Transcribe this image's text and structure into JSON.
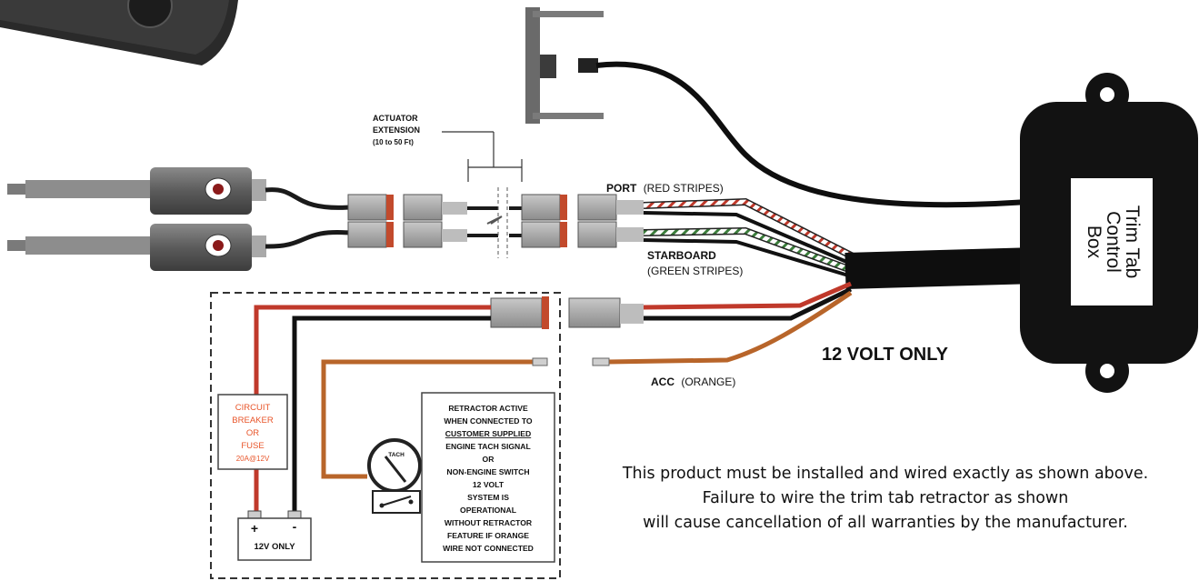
{
  "labels": {
    "actuator_extension": [
      "ACTUATOR",
      "EXTENSION",
      "(10 to 50 Ft)"
    ],
    "port_name": "PORT",
    "port_color": "(RED STRIPES)",
    "starboard_name": "STARBOARD",
    "starboard_color": "(GREEN STRIPES)",
    "voltage": "12 VOLT ONLY",
    "acc_name": "ACC",
    "acc_color": "(ORANGE)",
    "control_box": [
      "Trim Tab",
      "Control",
      "Box"
    ],
    "breaker": [
      "CIRCUIT",
      "BREAKER",
      "OR",
      "FUSE",
      "20A@12V"
    ],
    "battery_plus": "+",
    "battery_minus": "-",
    "battery": "12V ONLY",
    "tach": "TACH",
    "retractor_note": [
      "RETRACTOR ACTIVE",
      "WHEN CONNECTED TO",
      "CUSTOMER SUPPLIED",
      "ENGINE TACH SIGNAL",
      "OR",
      "NON-ENGINE SWITCH",
      "12 VOLT",
      "SYSTEM IS",
      "OPERATIONAL",
      "WITHOUT RETRACTOR",
      "FEATURE IF ORANGE",
      "WIRE NOT CONNECTED"
    ]
  },
  "notice": [
    "This product must be installed and wired exactly as shown above.",
    "Failure to wire the trim tab retractor as shown",
    "will cause cancellation of all warranties by the manufacturer."
  ],
  "colors": {
    "wire_red": "#c0392b",
    "wire_black": "#111111",
    "wire_orange": "#b8652a",
    "breaker_text": "#e8552a",
    "control_box": "#121212",
    "connector_grey": "#9a9a9a",
    "actuator_grey": "#6f6f6f"
  }
}
